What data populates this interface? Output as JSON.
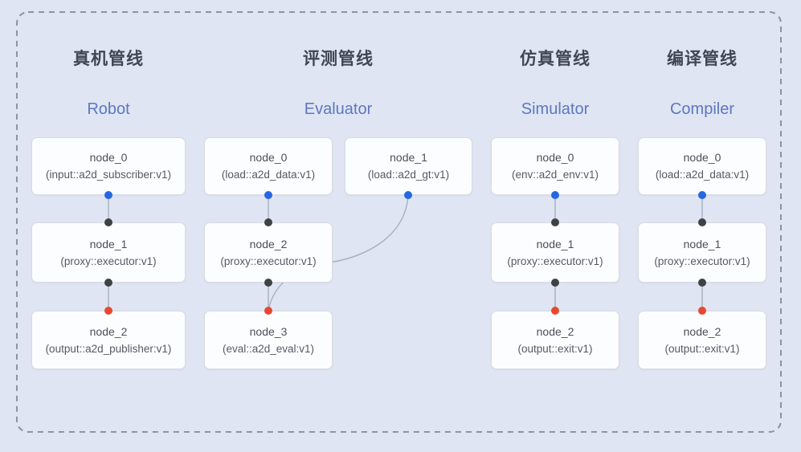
{
  "diagram_title": "pipeline-graphs",
  "pipelines": [
    {
      "title_zh": "真机管线",
      "title_en": "Robot",
      "nodes": [
        {
          "name": "node_0",
          "type": "(input::a2d_subscriber:v1)",
          "out_port": "blue"
        },
        {
          "name": "node_1",
          "type": "(proxy::executor:v1)",
          "in_port": "black",
          "out_port": "black"
        },
        {
          "name": "node_2",
          "type": "(output::a2d_publisher:v1)",
          "in_port": "red"
        }
      ],
      "edges": [
        "node_0 -> node_1",
        "node_1 -> node_2"
      ]
    },
    {
      "title_zh": "评测管线",
      "title_en": "Evaluator",
      "nodes": [
        {
          "name": "node_0",
          "type": "(load::a2d_data:v1)",
          "out_port": "blue"
        },
        {
          "name": "node_1",
          "type": "(load::a2d_gt:v1)",
          "out_port": "blue"
        },
        {
          "name": "node_2",
          "type": "(proxy::executor:v1)",
          "in_port": "black",
          "out_port": "black"
        },
        {
          "name": "node_3",
          "type": "(eval::a2d_eval:v1)",
          "in_port": "red"
        }
      ],
      "edges": [
        "node_0 -> node_2",
        "node_1 -> node_3 (curved, passes behind node_2)",
        "node_2 -> node_3"
      ]
    },
    {
      "title_zh": "仿真管线",
      "title_en": "Simulator",
      "nodes": [
        {
          "name": "node_0",
          "type": "(env::a2d_env:v1)",
          "out_port": "blue"
        },
        {
          "name": "node_1",
          "type": "(proxy::executor:v1)",
          "in_port": "black",
          "out_port": "black"
        },
        {
          "name": "node_2",
          "type": "(output::exit:v1)",
          "in_port": "red"
        }
      ],
      "edges": [
        "node_0 -> node_1",
        "node_1 -> node_2"
      ]
    },
    {
      "title_zh": "编译管线",
      "title_en": "Compiler",
      "nodes": [
        {
          "name": "node_0",
          "type": "(load::a2d_data:v1)",
          "out_port": "blue"
        },
        {
          "name": "node_1",
          "type": "(proxy::executor:v1)",
          "in_port": "black",
          "out_port": "black"
        },
        {
          "name": "node_2",
          "type": "(output::exit:v1)",
          "in_port": "red"
        }
      ],
      "edges": [
        "node_0 -> node_1",
        "node_1 -> node_2"
      ]
    }
  ],
  "colors": {
    "background": "#dfe5f3",
    "node_fill": "#fcfdff",
    "node_border": "#d7dbe3",
    "dashed_border": "#8d93a0",
    "edge_line": "#a6b0c2",
    "title_zh": "#3f4654",
    "title_en": "#5d77c2",
    "node_text": "#4b4f56",
    "port_source_blue": "#2667e0",
    "port_mid_black": "#3f4245",
    "port_sink_red": "#e8482f"
  }
}
